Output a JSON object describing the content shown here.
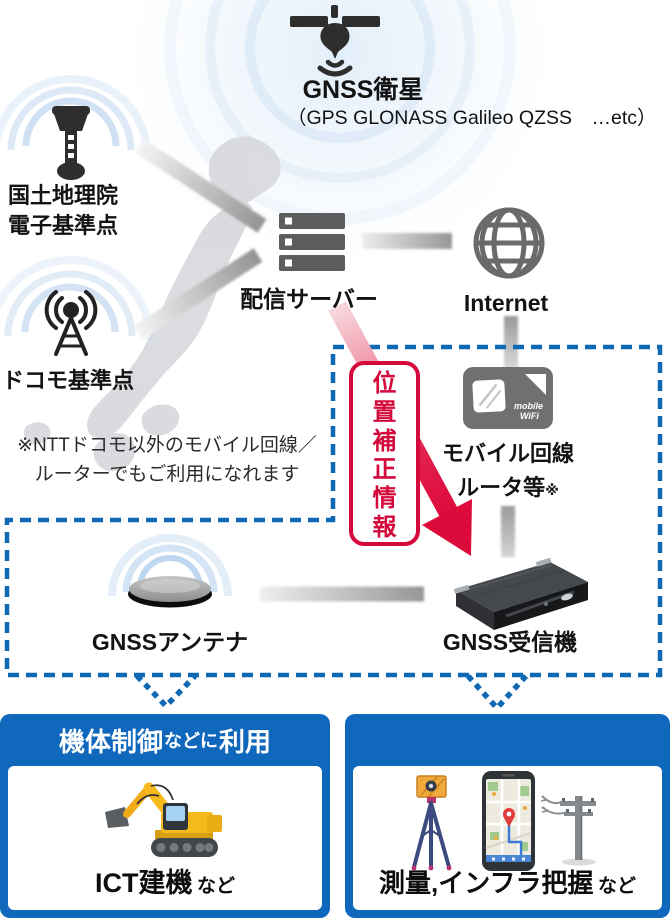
{
  "satellite": {
    "label": "GNSS衛星",
    "sublabel": "（GPS GLONASS Galileo QZSS　…etc）"
  },
  "gsi": {
    "line1": "国土地理院",
    "line2": "電子基準点"
  },
  "docomo": {
    "label": "ドコモ基準点"
  },
  "server": {
    "label": "配信サーバー"
  },
  "internet": {
    "label": "Internet"
  },
  "correction": {
    "label": "位置補正情報"
  },
  "router": {
    "line1": "モバイル回線",
    "line2": "ルータ等",
    "mark": "※",
    "device_line1": "mobile",
    "device_line2": "WiFi"
  },
  "note": {
    "line1": "※NTTドコモ以外のモバイル回線／",
    "line2": "ルーターでもご利用になれます"
  },
  "antenna": {
    "label": "GNSSアンテナ"
  },
  "receiver": {
    "label": "GNSS受信機"
  },
  "usage_left": {
    "header_main": "機体制御",
    "header_small": "などに",
    "header_tail": "利用",
    "caption_main": "ICT建機",
    "caption_small": "など"
  },
  "usage_right": {
    "caption_main": "測量,インフラ把握",
    "caption_small": "など"
  },
  "icons": {
    "satellite": "gnss-satellite",
    "gsi_station": "survey-pillar",
    "docomo_station": "radio-tower",
    "server": "server-stack",
    "internet": "globe",
    "router": "mobile-wifi-router",
    "antenna": "gnss-antenna-disc",
    "receiver": "gnss-receiver-box",
    "usage_left": "excavator",
    "usage_right_1": "tripod-total-station",
    "usage_right_2": "smartphone-map",
    "usage_right_3": "utility-pole"
  },
  "colors": {
    "box_blue": "#1068bc",
    "dash_blue": "#0e68b4",
    "accent_red": "#d50a3c",
    "icon_gray": "#2e2e2e",
    "connector_gray": "#9a9a9a",
    "map_gray": "#d7d8dc",
    "wave_blue": "#bcd4ee"
  }
}
